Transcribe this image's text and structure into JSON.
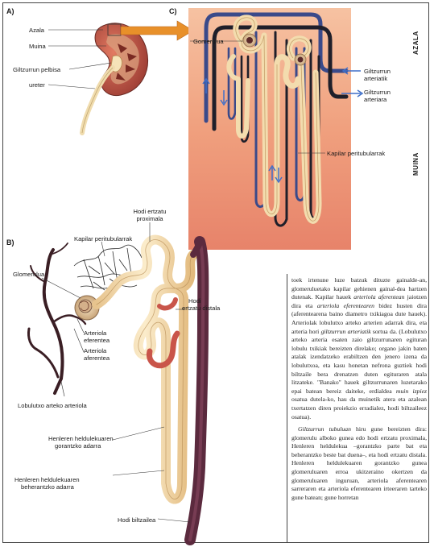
{
  "panels": {
    "a": "A)",
    "b": "B)",
    "c": "C)"
  },
  "zones": {
    "cortex": "AZALA",
    "medulla": "MUINA"
  },
  "labels_a": {
    "azala": "Azala",
    "muina": "Muina",
    "pelbisa": "Giltzurrun pelbisa",
    "ureter": "ureter"
  },
  "labels_b": {
    "hodi_proximala_1": "Hodi ertzatu",
    "hodi_proximala_2": "proximala",
    "kapilar": "Kapilar peritubularrak",
    "glomerulua": "Glomerulua",
    "hodi_distala_1": "Hodi",
    "hodi_distala_2": "ertzatu distala",
    "eferentea_1": "Arteriola",
    "eferentea_2": "eferentea",
    "aferentea_1": "Arteriola",
    "aferentea_2": "aferentea",
    "lobulutxo": "Lobulutxo arteko arteriola",
    "gorantzko_1": "Henleren heldulekuaren",
    "gorantzko_2": "gorantzko adarra",
    "beherantzko_1": "Henleren heldulekuaren",
    "beherantzko_2": "beherantzko adarra",
    "biltzailea": "Hodi biltzailea"
  },
  "labels_c": {
    "gomerulua": "Gomerulua",
    "arteriatik_1": "Giltzurrun",
    "arteriatik_2": "arteriatik",
    "arteriara_1": "Giltzurrun",
    "arteriara_2": "arteriara",
    "kapilar": "Kapilar peritubularrak"
  },
  "text": {
    "p1_a": "toek irtenune luze batzuk dituzte gainalde-an, glomeruluetako kapilar gehienen gainal-dea hartzen dutenak. Kapilar hauek ",
    "p1_i1": "arteriola aferentean",
    "p1_b": " jaiotzen dira eta ",
    "p1_i2": "arteriola eferentearen",
    "p1_c": " bidez husten dira (aferentearena baino diametro txikiagoa dute hauek). Arteriolak lobulutxo arteko arterien adarrak dira, eta arteria hori ",
    "p1_i3": "giltzurrun arteriatik",
    "p1_d": " sortua da. (Lobulutxo arteko arteria esaten zaio giltzurrunaren egituran lobulu txikiak bereizten direlako; organo jakin baten atalak izendatzeko erabiltzen den jenero izena da lobulutxoa, eta kasu honetan nefrona guztiek hodi biltzaile bera drenatzen duten egituraren atala litzateke. \"Banako\" hauek giltzurrunaren luzetarako epai batean bereiz daiteke, erdialdea ",
    "p1_i4": "muin izpiez",
    "p1_e": " osatua dutela-ko, hau da muinetik atera eta azalean txertatzen diren proiekzio erradialez, hodi biltzaileez osatua).",
    "p2_i1": "Giltzurrun tubuluan",
    "p2_a": " hiru gune bereizten dira: glomerulu alboko gunea edo hodi ertzatu proximala, Henleren heldulekua –gorantzko parte bat eta beherantzko beste bat duena–, eta hodi ertzatu distala. Henleren heldulekuaren gorantzko gunea glomeruluaren erroa ukitzeraino okertzen da glomeruluaren inguruan, arteriola aferentearen sarreraren eta arteriola eferentearen irteeraren tarteko gune batean; gune horretan"
  },
  "colors": {
    "artery": "#3a4a8a",
    "vein": "#1f1f2a",
    "tubule": "#f3dcae",
    "collecting_duct": "#5b2a3e",
    "arrow": "#e8902a",
    "panel_c_top": "#f4b89a",
    "panel_c_bottom": "#e9826a",
    "kidney": "#c9554a",
    "flow_arrow": "#3f6fc9"
  }
}
